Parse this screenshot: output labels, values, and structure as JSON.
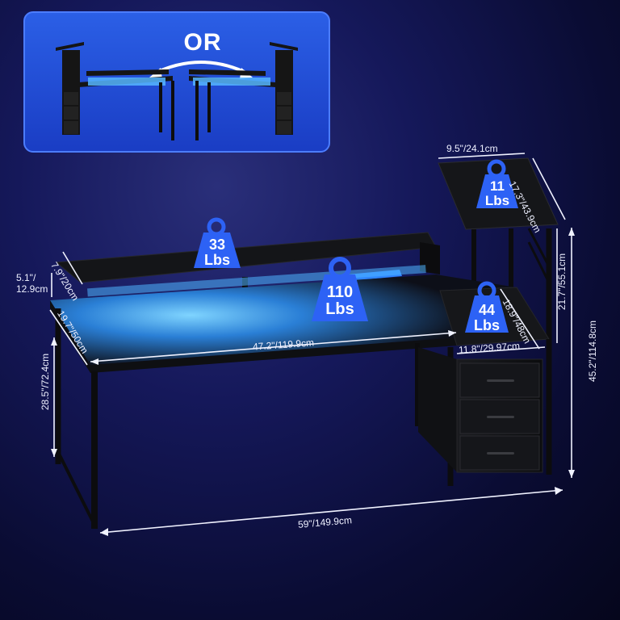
{
  "inset": {
    "or_label": "OR"
  },
  "dimensions": {
    "top_shelf_width": "9.5\"/24.1cm",
    "top_shelf_depth": "17.3\"/43.9cm",
    "monitor_shelf_depth": "7.9\"/20cm",
    "monitor_shelf_height": "5.1\"/\n12.9cm",
    "desk_depth": "19.7\"/50cm",
    "desk_width": "47.2\"/119.9cm",
    "desk_height": "28.5\"/72.4cm",
    "tower_height": "21.7\"/55.1cm",
    "total_height": "45.2\"/114.8cm",
    "cabinet_depth": "18.9\"/48cm",
    "cabinet_width": "11.8\"/29.97cm",
    "total_width": "59\"/149.9cm"
  },
  "weights": {
    "top_shelf": {
      "value": "11",
      "unit": "Lbs"
    },
    "monitor_shelf": {
      "value": "33",
      "unit": "Lbs"
    },
    "desktop": {
      "value": "110",
      "unit": "Lbs"
    },
    "cabinet": {
      "value": "44",
      "unit": "Lbs"
    }
  },
  "colors": {
    "weight_badge": "#2d62f5",
    "led_glow": "#3ea8ff",
    "desk_black": "#111214"
  }
}
